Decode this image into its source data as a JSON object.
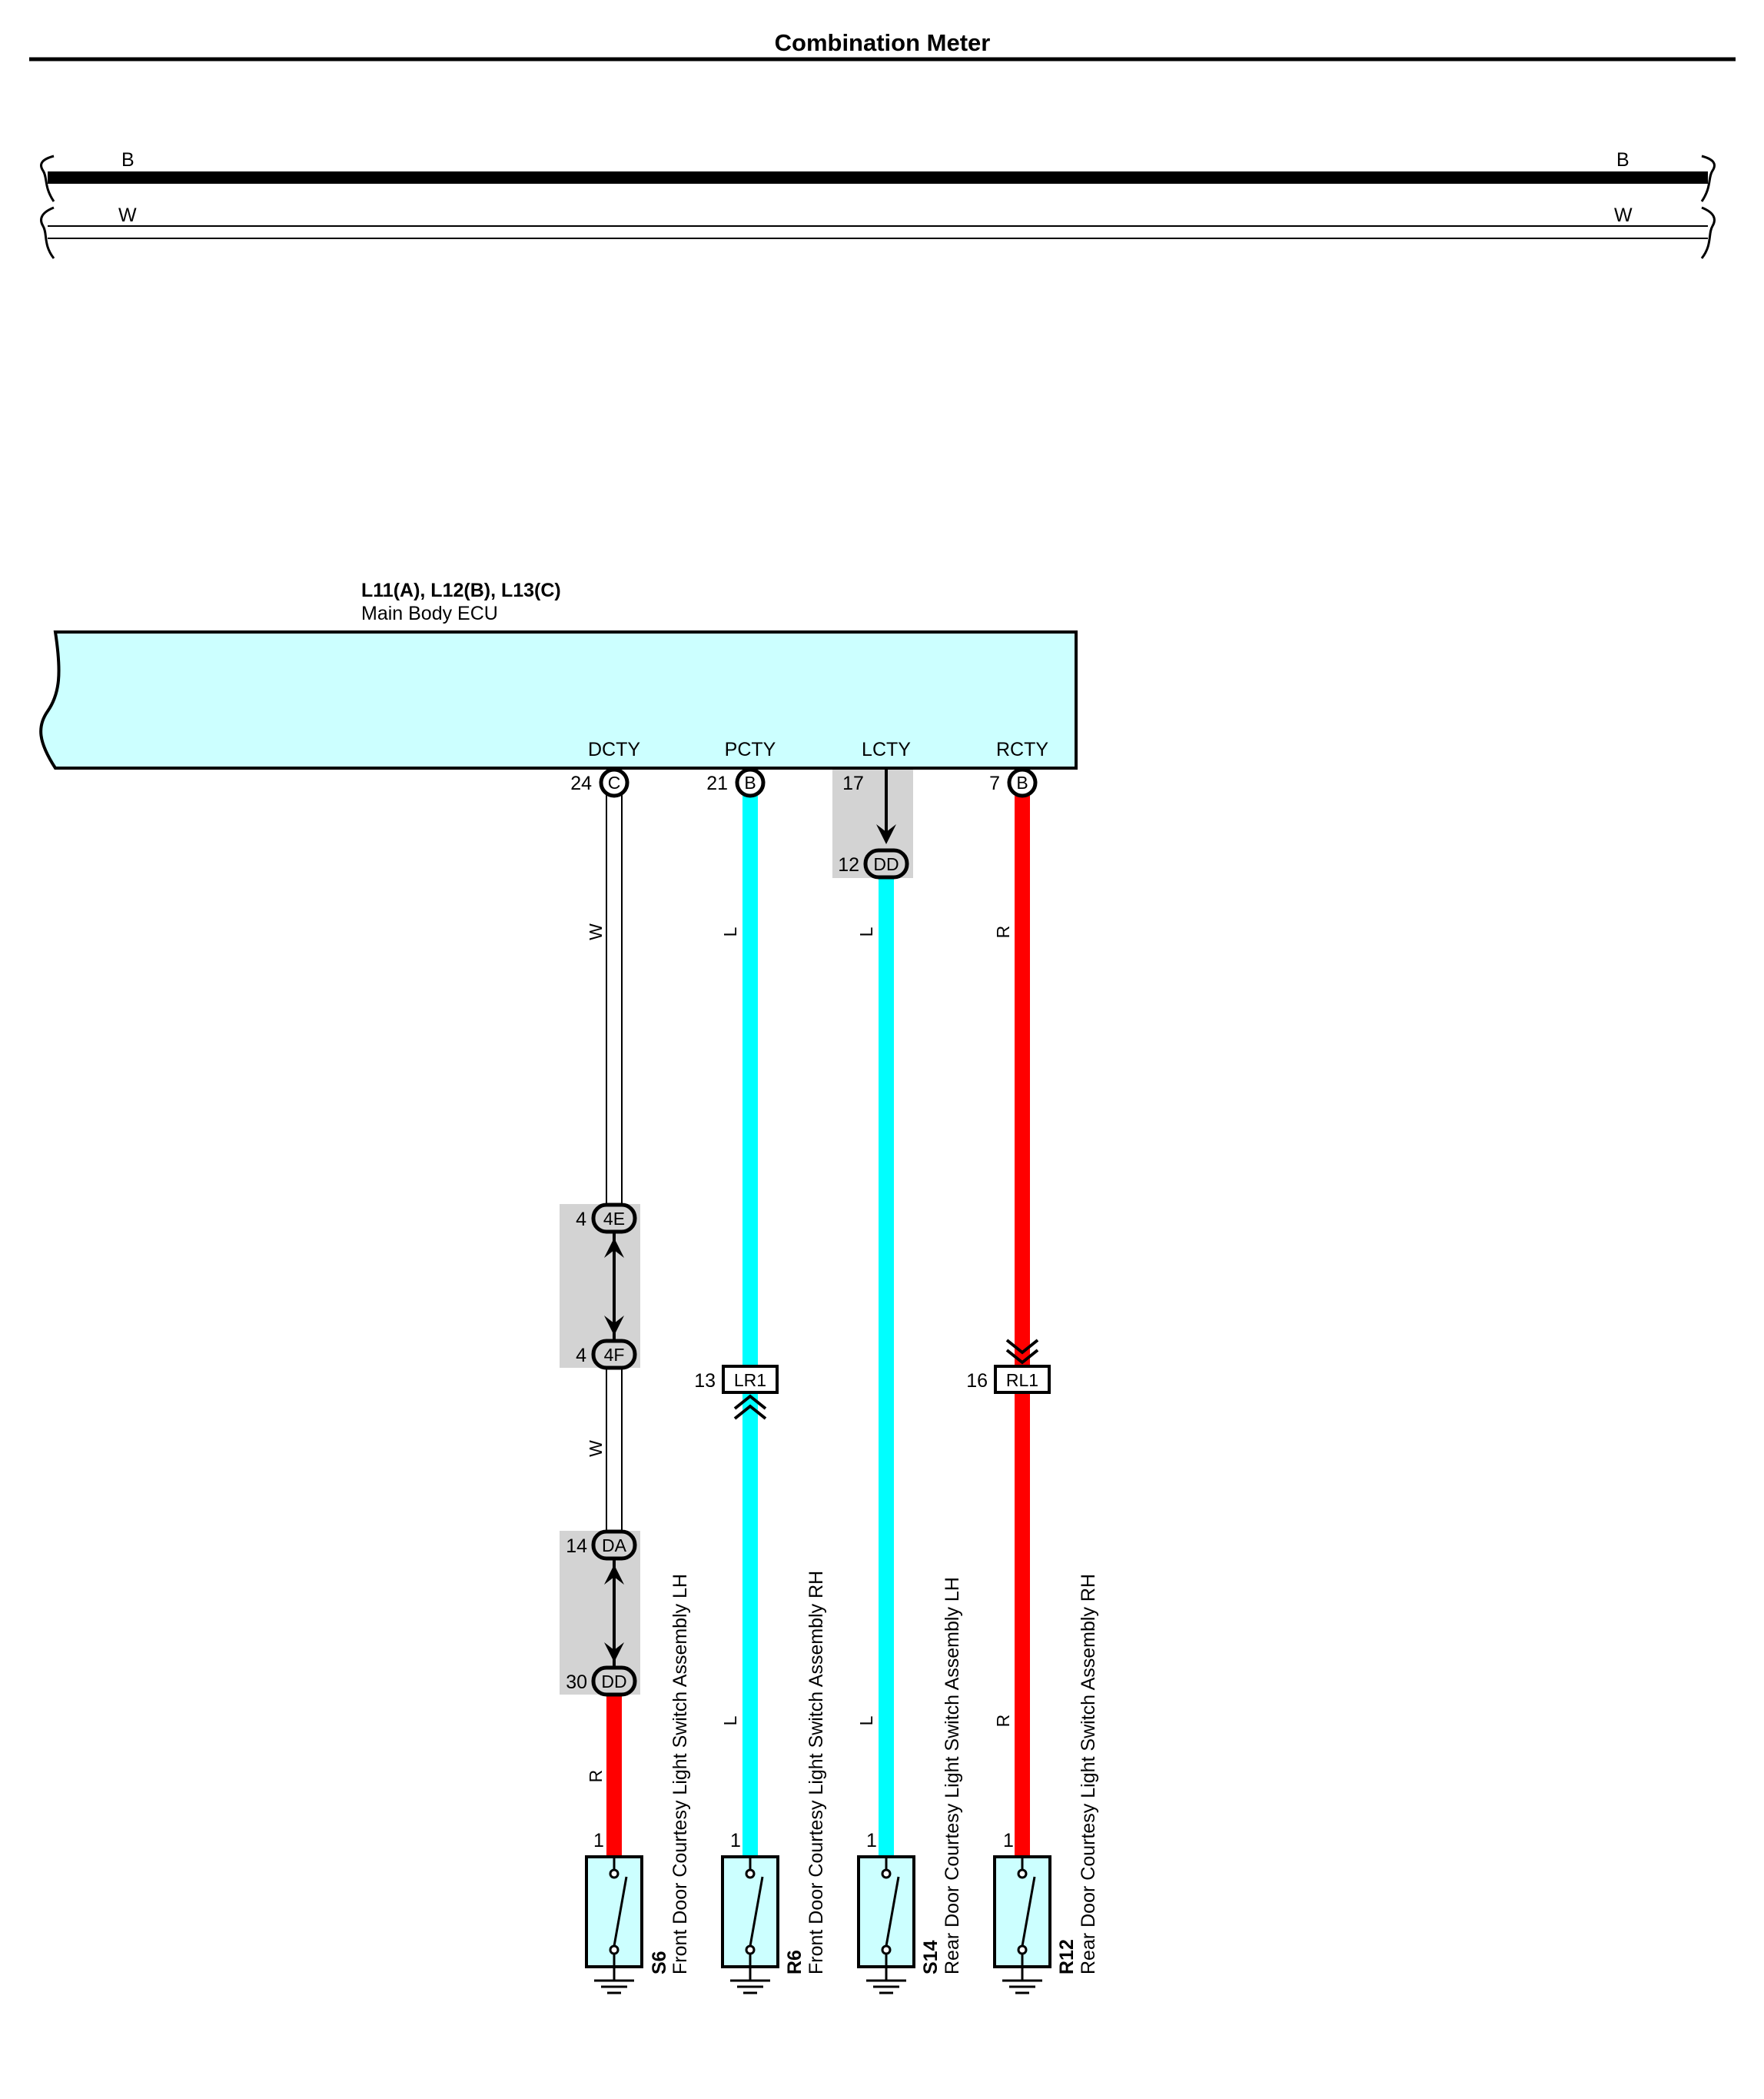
{
  "title": "Combination Meter",
  "bus": {
    "wire1": "B",
    "wire2": "W"
  },
  "ecu": {
    "connectors": "L11(A), L12(B), L13(C)",
    "name": "Main Body ECU",
    "color": "#ccffff",
    "terminals": [
      {
        "name": "DCTY",
        "pin": "24",
        "conn": "C"
      },
      {
        "name": "PCTY",
        "pin": "21",
        "conn": "B"
      },
      {
        "name": "LCTY",
        "pin": "17",
        "conn": ""
      },
      {
        "name": "RCTY",
        "pin": "7",
        "conn": "B"
      }
    ]
  },
  "connectors": {
    "dd_upper": {
      "pin": "12",
      "id": "DD"
    },
    "j4e": {
      "pin": "4",
      "id": "4E"
    },
    "j4f": {
      "pin": "4",
      "id": "4F"
    },
    "da": {
      "pin": "14",
      "id": "DA"
    },
    "dd_lower": {
      "pin": "30",
      "id": "DD"
    },
    "lr1": {
      "pin": "13",
      "id": "LR1"
    },
    "rl1": {
      "pin": "16",
      "id": "RL1"
    }
  },
  "wire_colors": {
    "dcty_upper": "W",
    "dcty_middle": "W",
    "dcty_lower": "R",
    "pcty_upper": "L",
    "pcty_lower": "L",
    "lcty_upper": "L",
    "lcty_lower": "L",
    "rcty_upper": "R",
    "rcty_lower": "R"
  },
  "colors": {
    "L": "#00ffff",
    "R": "#ff0000",
    "W": "#ffffff",
    "B": "#000000",
    "splice_bg": "#d3d3d3"
  },
  "switches": [
    {
      "id": "S6",
      "pin": "1",
      "name": "Front Door Courtesy Light Switch Assembly LH"
    },
    {
      "id": "R6",
      "pin": "1",
      "name": "Front Door Courtesy Light Switch Assembly RH"
    },
    {
      "id": "S14",
      "pin": "1",
      "name": "Rear Door Courtesy Light Switch Assembly LH"
    },
    {
      "id": "R12",
      "pin": "1",
      "name": "Rear Door Courtesy Light Switch Assembly RH"
    }
  ]
}
